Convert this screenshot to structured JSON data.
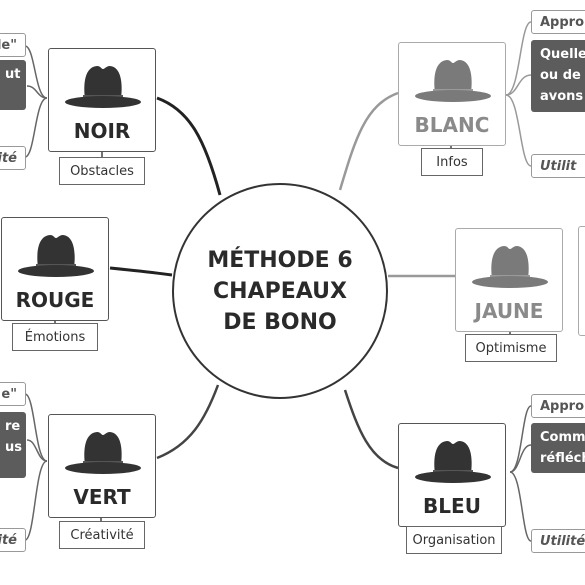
{
  "center": {
    "title": "MÉTHODE 6\nCHAPEAUX\nDE BONO"
  },
  "hats": [
    {
      "id": "noir",
      "name": "NOIR",
      "tag": "Obstacles",
      "hat_color": "#333333"
    },
    {
      "id": "rouge",
      "name": "ROUGE",
      "tag": "Émotions",
      "hat_color": "#333333"
    },
    {
      "id": "vert",
      "name": "VERT",
      "tag": "Créativité",
      "hat_color": "#333333"
    },
    {
      "id": "blanc",
      "name": "BLANC",
      "tag": "Infos",
      "hat_color": "#7a7a7a"
    },
    {
      "id": "jaune",
      "name": "JAUNE",
      "tag": "Optimisme",
      "hat_color": "#7a7a7a"
    },
    {
      "id": "bleu",
      "name": "BLEU",
      "tag": "Organisation",
      "hat_color": "#333333"
    }
  ],
  "side_boxes": {
    "noir_top": "le\"",
    "noir_dark": "ut",
    "noir_bottom": "ité",
    "vert_top": "e\"",
    "vert_dark": "re\nus",
    "vert_bottom": "ité",
    "blanc_top": "Appro",
    "blanc_dark": "Quelle\nou de\navons",
    "blanc_bottom": "Utilit",
    "bleu_top": "Appro",
    "bleu_dark": "Comm\nréfléch",
    "bleu_bottom": "Utilité"
  },
  "colors": {
    "line": "#333333",
    "dark_box": "#5c5c5c",
    "faded_text": "#8a8a8a"
  }
}
